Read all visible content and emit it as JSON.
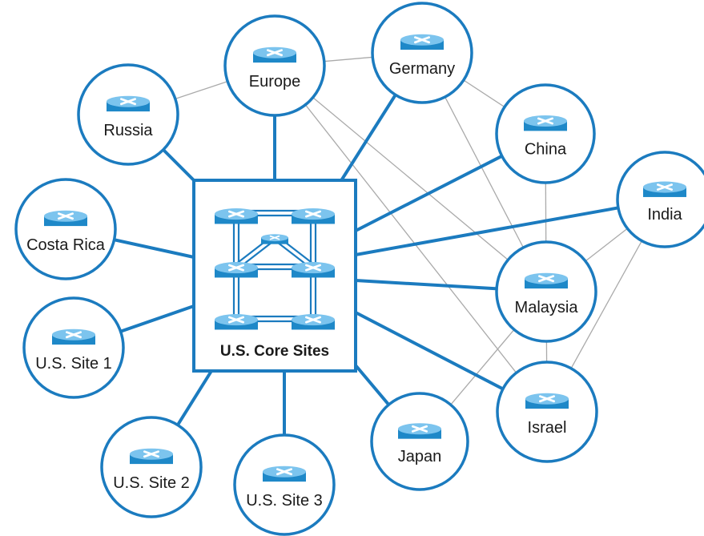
{
  "core": {
    "label": "U.S. Core Sites",
    "icon": "router-icon",
    "router_count": 7
  },
  "sites": [
    {
      "id": "europe",
      "label": "Europe",
      "icon": "router-icon"
    },
    {
      "id": "germany",
      "label": "Germany",
      "icon": "router-icon"
    },
    {
      "id": "russia",
      "label": "Russia",
      "icon": "router-icon"
    },
    {
      "id": "china",
      "label": "China",
      "icon": "router-icon"
    },
    {
      "id": "india",
      "label": "India",
      "icon": "router-icon"
    },
    {
      "id": "costa-rica",
      "label": "Costa Rica",
      "icon": "router-icon"
    },
    {
      "id": "malaysia",
      "label": "Malaysia",
      "icon": "router-icon"
    },
    {
      "id": "us-site-1",
      "label": "U.S. Site 1",
      "icon": "router-icon"
    },
    {
      "id": "israel",
      "label": "Israel",
      "icon": "router-icon"
    },
    {
      "id": "us-site-2",
      "label": "U.S. Site 2",
      "icon": "router-icon"
    },
    {
      "id": "japan",
      "label": "Japan",
      "icon": "router-icon"
    },
    {
      "id": "us-site-3",
      "label": "U.S. Site 3",
      "icon": "router-icon"
    }
  ],
  "core_links": [
    "europe",
    "germany",
    "russia",
    "china",
    "india",
    "costa-rica",
    "malaysia",
    "us-site-1",
    "israel",
    "us-site-2",
    "japan",
    "us-site-3"
  ],
  "mesh_links": [
    [
      "europe",
      "russia"
    ],
    [
      "europe",
      "germany"
    ],
    [
      "europe",
      "malaysia"
    ],
    [
      "europe",
      "israel"
    ],
    [
      "germany",
      "china"
    ],
    [
      "germany",
      "malaysia"
    ],
    [
      "china",
      "malaysia"
    ],
    [
      "india",
      "malaysia"
    ],
    [
      "india",
      "israel"
    ],
    [
      "malaysia",
      "israel"
    ],
    [
      "malaysia",
      "japan"
    ]
  ],
  "colors": {
    "accent": "#1b7bbf",
    "mesh_line": "#aaaaaa",
    "router_top": "#7cc4ee",
    "router_body": "#1e88c8",
    "text": "#1a1a1a"
  }
}
